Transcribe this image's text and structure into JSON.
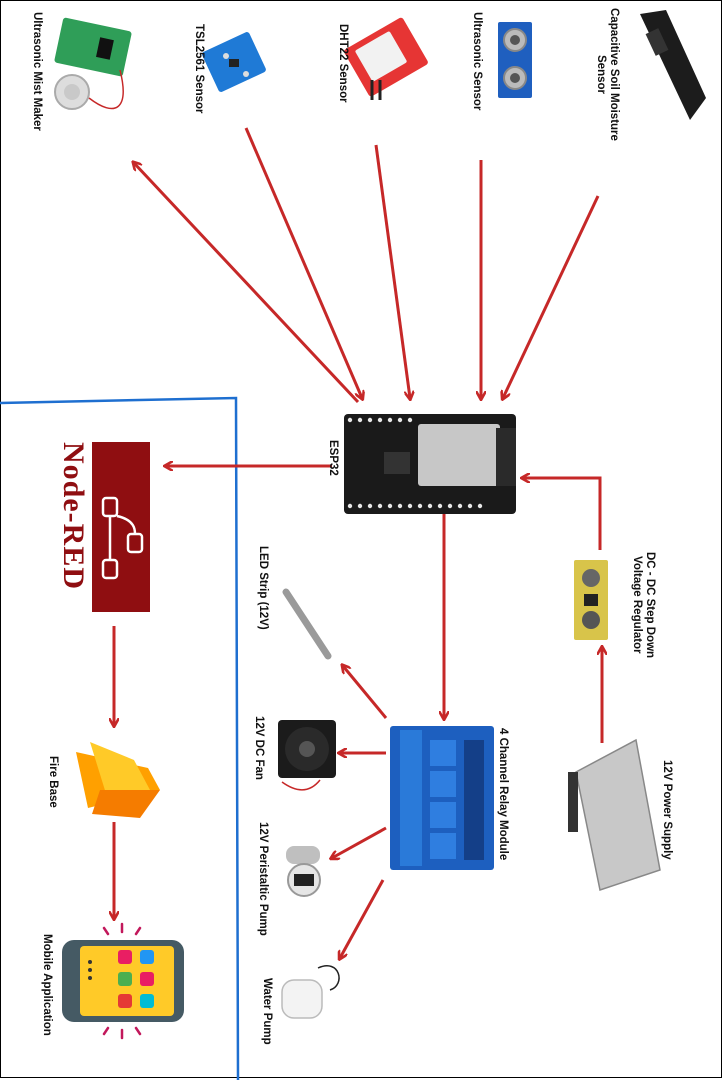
{
  "labels": {
    "mist_maker": "Ultrasonic Mist Maker",
    "tsl2561": "TSL2561 Sensor",
    "dht22": "DHT22 Sensor",
    "ultrasonic": "Ultrasonic Sensor",
    "soil_line1": "Capacitive Soil Moisture",
    "soil_line2": "Sensor",
    "esp32": "ESP32",
    "dcdc_line1": "DC - DC Step Down",
    "dcdc_line2": "Voltage Regulator",
    "power_supply": "12V Power Supply",
    "relay": "4 Channel Relay Module",
    "led_strip": "LED Strip (12V)",
    "fan": "12V DC Fan",
    "peristaltic": "12V Peristaltic Pump",
    "water_pump": "Water Pump",
    "node_red": "Node-RED",
    "firebase": "Fire Base",
    "mobile_app": "Mobile Application"
  },
  "colors": {
    "arrow": "#c62828",
    "cloud_border": "#1e6fd0",
    "node_red_bg": "#8f0e11",
    "relay_blue": "#1d5fbf",
    "esp_board": "#1a1a1a",
    "firebase_yellow": "#ffca28",
    "firebase_orange": "#f57c00"
  },
  "icons": [
    "mist-maker-board-icon",
    "tsl2561-board-icon",
    "dht22-sensor-icon",
    "ultrasonic-sensor-icon",
    "soil-moisture-probe-icon",
    "esp32-board-icon",
    "dcdc-converter-icon",
    "power-supply-icon",
    "relay-module-icon",
    "led-strip-icon",
    "dc-fan-icon",
    "peristaltic-pump-icon",
    "water-pump-icon",
    "node-red-logo-icon",
    "firebase-logo-icon",
    "mobile-phone-icon"
  ]
}
